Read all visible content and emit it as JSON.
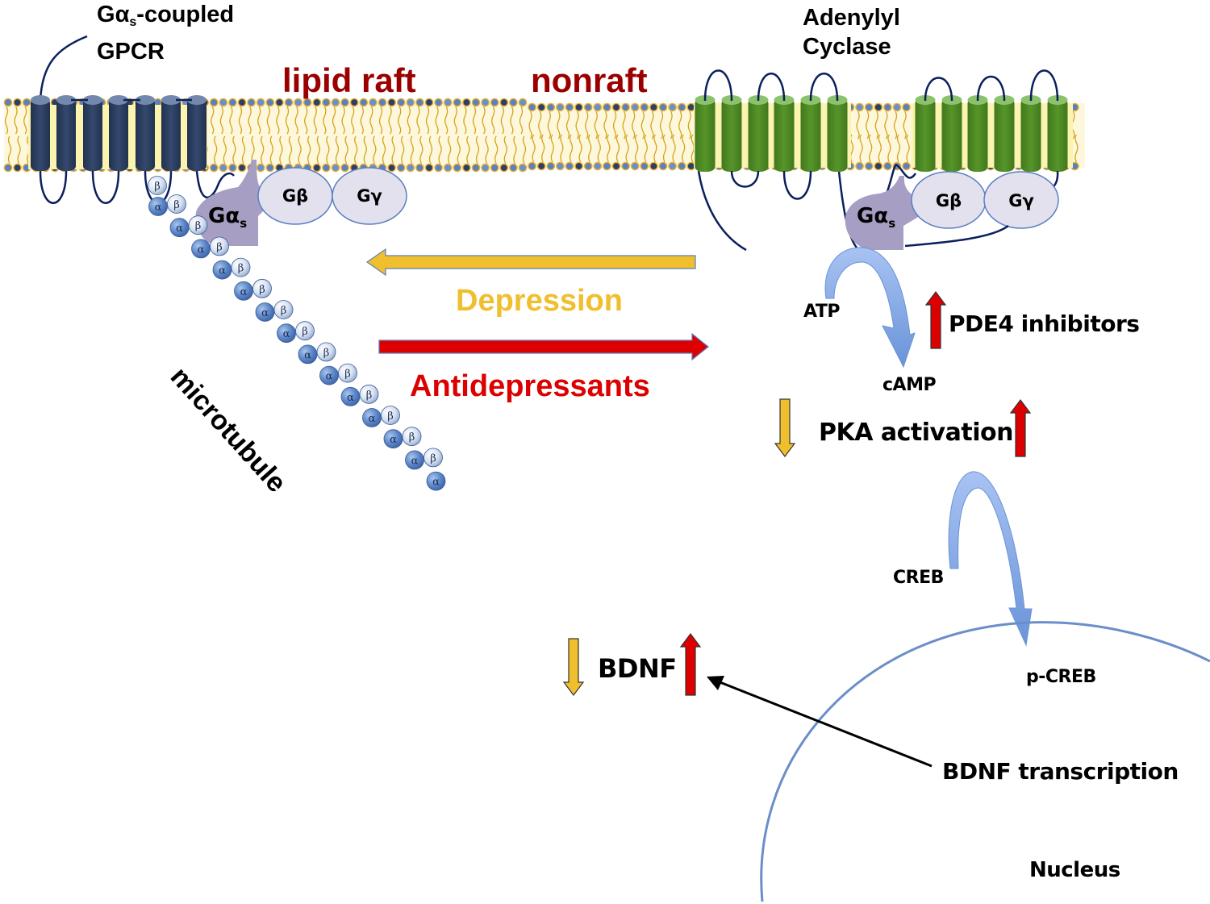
{
  "title_gpcr": {
    "line1_prefix": "G",
    "alpha": "α",
    "sub": "s",
    "line1_suffix": "-coupled",
    "line2": "GPCR"
  },
  "title_ac": {
    "line1": "Adenylyl",
    "line2": "Cyclase"
  },
  "regions": {
    "raft": "lipid raft",
    "nonraft": "nonraft"
  },
  "g_protein": {
    "alpha_label": "Gα",
    "alpha_sub": "s",
    "beta_label": "Gβ",
    "gamma_label": "Gγ"
  },
  "microtubule": {
    "label": "microtubule",
    "alpha_glyph": "α",
    "beta_glyph": "β",
    "dimer_count": 14
  },
  "conditions": {
    "depression": "Depression",
    "antidepressants": "Antidepressants"
  },
  "pathway": {
    "atp": "ATP",
    "camp": "cAMP",
    "pde4": "PDE4 inhibitors",
    "pka": "PKA activation",
    "creb": "CREB",
    "pcreb": "p-CREB",
    "bdnf": "BDNF",
    "bdnf_transcription": "BDNF transcription",
    "nucleus": "Nucleus"
  },
  "colors": {
    "depression": "#f0bf2d",
    "antidepressant": "#dc0000",
    "region_label": "#9b0000",
    "gpcr_helix": "#2c3e5f",
    "ac_helix": "#4e8a22",
    "loop": "#0b1f5c",
    "g_alpha": "#a79ec3",
    "g_beta_gamma": "#e4e1ee",
    "flow_arrow": "#8aaee8",
    "nucleus": "#6b8ec9"
  }
}
